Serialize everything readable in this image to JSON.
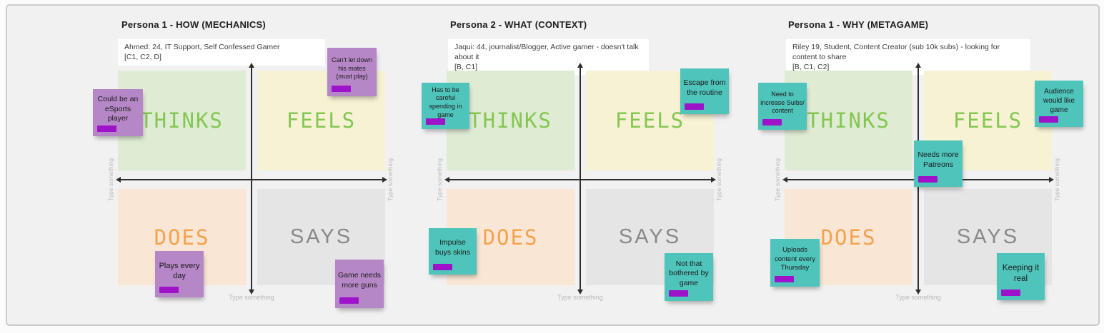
{
  "board": {
    "quadrant_labels": {
      "thinks": "THINKS",
      "feels": "FEELS",
      "does": "DOES",
      "says": "SAYS"
    },
    "type_placeholder": "Type something",
    "colors": {
      "board_bg": "#f1f1f2",
      "board_border": "#cbcbcb",
      "thinks_bg": "#dfecd4",
      "feels_bg": "#f6f2d3",
      "does_bg": "#f9e6d4",
      "says_bg": "#e5e5e5",
      "thinks_feels_label": "#85c653",
      "does_label": "#f6a14d",
      "says_label": "#898989",
      "note_purple": "#b587c6",
      "note_teal": "#4ec4ba",
      "note_tag": "#9e13c9"
    }
  },
  "panels": [
    {
      "title": "Persona 1 - HOW (MECHANICS)",
      "description": {
        "line1": "Ahmed: 24, IT Support, Self Confessed Gamer",
        "line2": "[C1, C2, D]"
      },
      "notes": [
        {
          "text": "Could be an eSports player",
          "color": "purple"
        },
        {
          "text": "Can't let down his mates (must play)",
          "color": "purple"
        },
        {
          "text": "Plays every day",
          "color": "purple"
        },
        {
          "text": "Game needs more guns",
          "color": "purple"
        }
      ]
    },
    {
      "title": "Persona 2 - WHAT (CONTEXT)",
      "description": {
        "line1": "Jaqui: 44, journalist/Blogger, Active gamer - doesn't talk about it",
        "line2": "[B, C1]"
      },
      "notes": [
        {
          "text": "Has to be careful spending in game",
          "color": "teal"
        },
        {
          "text": "Escape from the routine",
          "color": "teal"
        },
        {
          "text": "Impulse buys skins",
          "color": "teal"
        },
        {
          "text": "Not that bothered by game",
          "color": "teal"
        }
      ]
    },
    {
      "title": "Persona 1 - WHY (METAGAME)",
      "description": {
        "line1": "Riley 19, Student, Content Creator (sub 10k subs) - looking for content to share",
        "line2": "[B, C1, C2]"
      },
      "notes": [
        {
          "text": "Need to increase Suibs/ content",
          "color": "teal"
        },
        {
          "text": "Audience would like game",
          "color": "teal"
        },
        {
          "text": "Needs more Patreons",
          "color": "teal"
        },
        {
          "text": "Uploads content every Thursday",
          "color": "teal"
        },
        {
          "text": "Keeping it real",
          "color": "teal"
        }
      ]
    }
  ]
}
